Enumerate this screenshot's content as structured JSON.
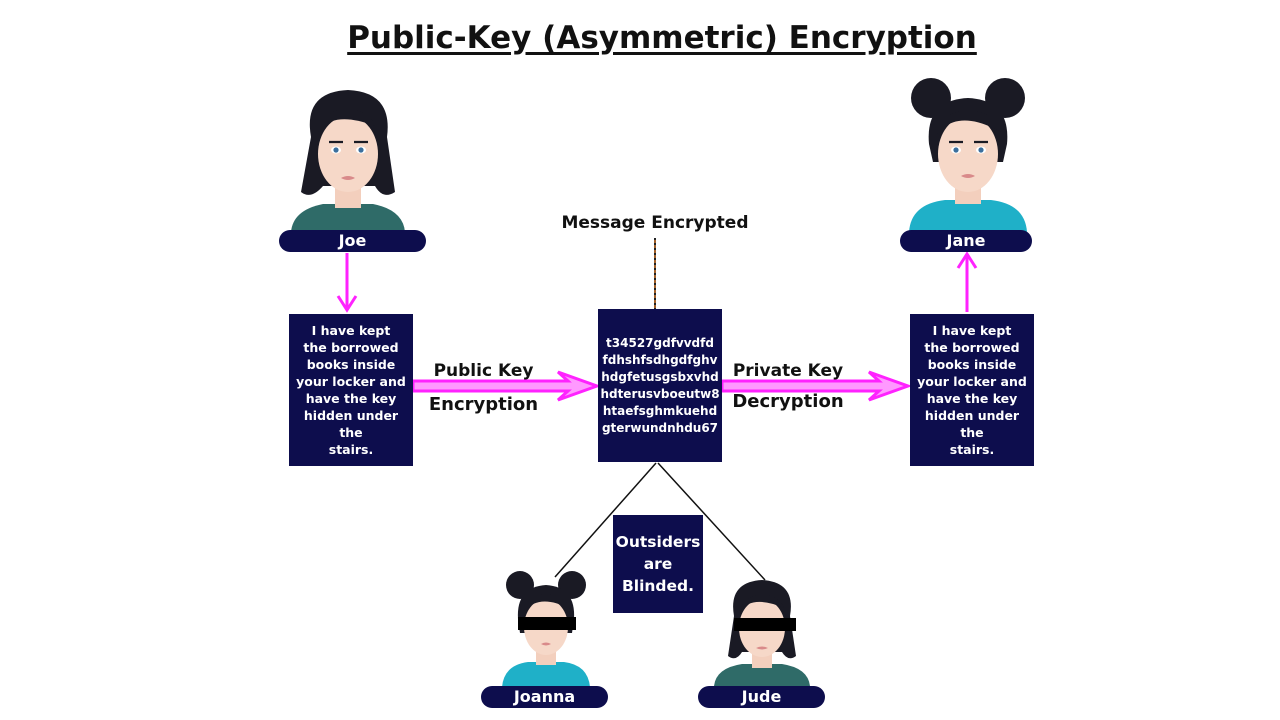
{
  "title": "Public-Key (Asymmetric) Encryption",
  "people": {
    "sender": "Joe",
    "receiver": "Jane",
    "outsider1": "Joanna",
    "outsider2": "Jude"
  },
  "plaintext_lines": [
    "I have kept",
    "the borrowed",
    "books inside",
    "your locker and",
    "have the key",
    "hidden under the",
    "stairs."
  ],
  "ciphertext_lines": [
    "t34527gdfvvdfd",
    "fdhshfsdhgdfghv",
    "hdgfetusgsbxvhd",
    "hdterusvboeutw8",
    "htaefsghmkuehd",
    "gterwundnhdu67"
  ],
  "message_encrypted_label": "Message Encrypted",
  "encryption_label": {
    "line1": "Public Key",
    "line2": "Encryption"
  },
  "decryption_label": {
    "line1": "Private Key",
    "line2": "Decryption"
  },
  "outsiders_label": [
    "Outsiders",
    "are",
    "Blinded."
  ],
  "colors": {
    "box": "#0d0d4d",
    "arrow": "#ff22ff",
    "shirt_dark": "#2f6b68",
    "shirt_light": "#1fb0c8",
    "hair": "#1a1a24",
    "skin": "#f6d8c8"
  }
}
